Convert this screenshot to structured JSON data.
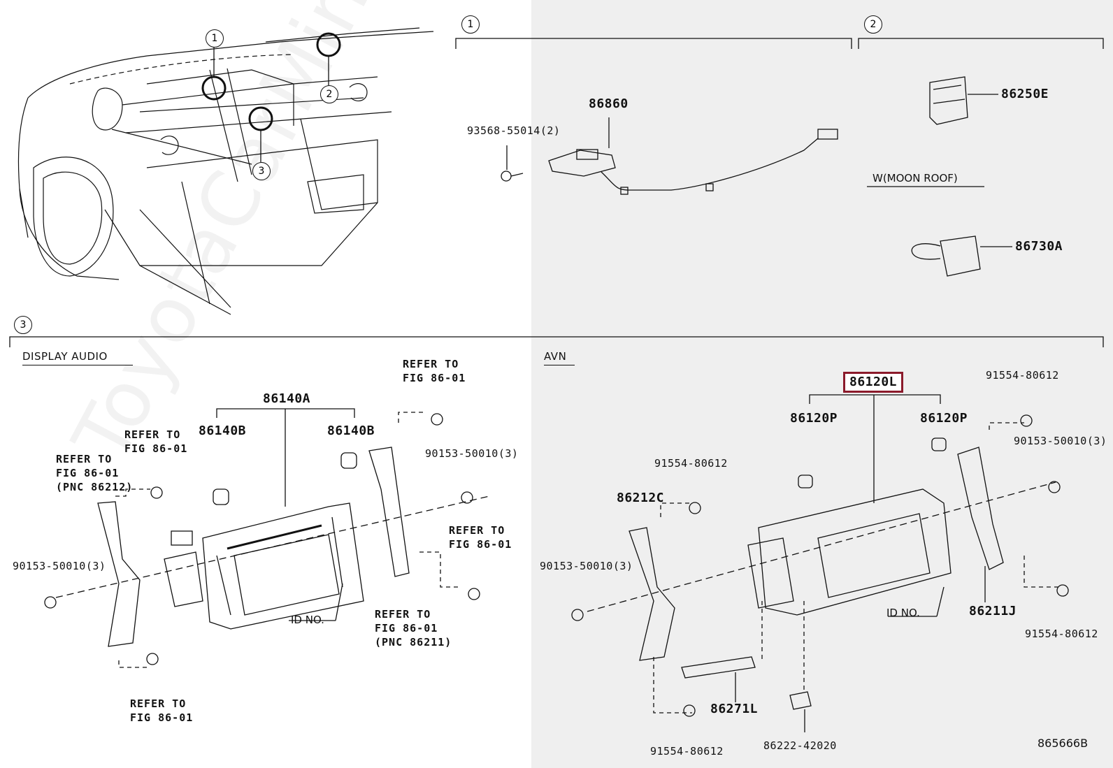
{
  "watermark": "ToyotaCarMine.ru",
  "diagram_code": "865666B",
  "callouts": [
    "1",
    "2",
    "3"
  ],
  "sections": {
    "display_audio": "DISPLAY AUDIO",
    "avn": "AVN",
    "moon_roof": "W(MOON ROOF)"
  },
  "parts": {
    "p86860": "86860",
    "p93568": "93568-55014(2)",
    "p86250E": "86250E",
    "p86730A": "86730A",
    "p86140A": "86140A",
    "p86140B_left": "86140B",
    "p86140B_right": "86140B",
    "p90153_left": "90153-50010(3)",
    "p90153_mid": "90153-50010(3)",
    "p86120L": "86120L",
    "p86120P_left": "86120P",
    "p86120P_right": "86120P",
    "p91554_top": "91554-80612",
    "p90153_avn_right": "90153-50010(3)",
    "p91554_avn_left": "91554-80612",
    "p86212C": "86212C",
    "p90153_avn_left": "90153-50010(3)",
    "p86211J": "86211J",
    "p91554_right": "91554-80612",
    "p86271L": "86271L",
    "p91554_bottom": "91554-80612",
    "p86222": "86222-42020"
  },
  "refs": {
    "r1_line1": "REFER TO",
    "r1_line2": "FIG 86-01",
    "r2_line1": "REFER TO",
    "r2_line2": "FIG 86-01",
    "r3_line1": "REFER TO",
    "r3_line2": "FIG 86-01",
    "r3_line3": "(PNC 86212)",
    "r4_line1": "REFER TO",
    "r4_line2": "FIG 86-01",
    "r5_line1": "REFER TO",
    "r5_line2": "FIG 86-01",
    "r5_line3": "(PNC 86211)",
    "r6_line1": "REFER TO",
    "r6_line2": "FIG 86-01"
  },
  "id_no_left": "ID NO.",
  "id_no_right": "ID NO.",
  "highlight_color": "#8b1a2b"
}
